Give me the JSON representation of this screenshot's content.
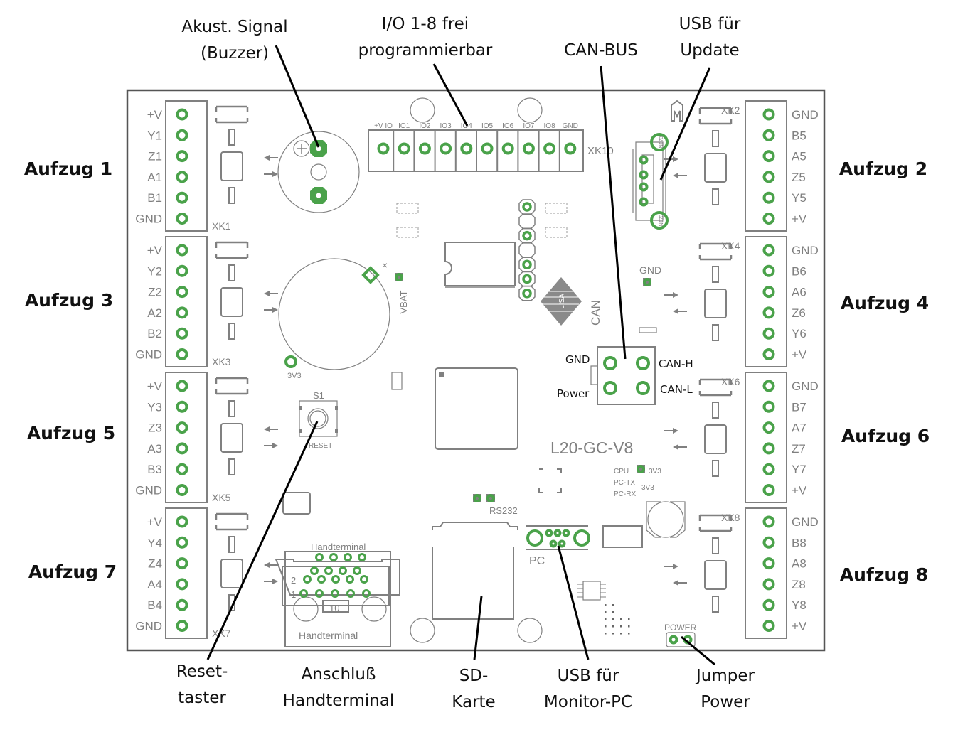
{
  "title": "L20-GC-V8 Steuerplatine – Anschlussübersicht",
  "colors": {
    "pad": "#4aa24a",
    "silkscreen": "#808080",
    "board_outline": "#555555",
    "leader": "#000000",
    "text": "#111111"
  },
  "board": {
    "name": "L20-GC-V8",
    "terminal_labels_left": {
      "XK1": [
        "+V",
        "Y1",
        "Z1",
        "A1",
        "B1",
        "GND"
      ],
      "XK3": [
        "+V",
        "Y2",
        "Z2",
        "A2",
        "B2",
        "GND"
      ],
      "XK5": [
        "+V",
        "Y3",
        "Z3",
        "A3",
        "B3",
        "GND"
      ],
      "XK7": [
        "+V",
        "Y4",
        "Z4",
        "A4",
        "B4",
        "GND"
      ]
    },
    "terminal_labels_right": {
      "XK2": [
        "GND",
        "B5",
        "A5",
        "Z5",
        "Y5",
        "+V"
      ],
      "XK4": [
        "GND",
        "B6",
        "A6",
        "Z6",
        "Y6",
        "+V"
      ],
      "XK6": [
        "GND",
        "B7",
        "A7",
        "Z7",
        "Y7",
        "+V"
      ],
      "XK8": [
        "GND",
        "B8",
        "A8",
        "Z8",
        "Y8",
        "+V"
      ]
    },
    "connector_ids": {
      "xk1": "XK1",
      "xk2": "XK2",
      "xk3": "XK3",
      "xk4": "XK4",
      "xk5": "XK5",
      "xk6": "XK6",
      "xk7": "XK7",
      "xk8": "XK8",
      "xk10": "XK10"
    },
    "io_header": [
      "+V IO",
      "IO1",
      "IO2",
      "IO3",
      "IO4",
      "IO5",
      "IO6",
      "IO7",
      "IO8",
      "GND"
    ],
    "can_connector": {
      "gnd": "GND",
      "power": "Power",
      "can_h": "CAN-H",
      "can_l": "CAN-L"
    },
    "silk_labels": {
      "s1": "S1",
      "reset": "RESET",
      "vbat": "VBAT",
      "v3v3": "3V3",
      "gnd_tp": "GND",
      "can": "CAN",
      "cpu": "CPU",
      "pc_tx": "PC-TX",
      "pc_rx": "PC-RX",
      "v3v3_a": "3V3",
      "v3v3_b": "3V3",
      "rs232": "RS232",
      "pc": "PC",
      "handterminal_top": "Handterminal",
      "handterminal_bottom": "Handterminal",
      "ht_pin2": "2",
      "ht_pin1": "1",
      "ht_pin10": "10",
      "power_jumper": "POWER",
      "nst_top": "N$73",
      "nst_bottom": "N$73",
      "logo": "LISA"
    }
  },
  "side_labels": {
    "left": [
      "Aufzug 1",
      "Aufzug 3",
      "Aufzug 5",
      "Aufzug 7"
    ],
    "right": [
      "Aufzug 2",
      "Aufzug 4",
      "Aufzug 6",
      "Aufzug 8"
    ]
  },
  "callouts": {
    "buzzer": [
      "Akust. Signal",
      "(Buzzer)"
    ],
    "io": [
      "I/O 1-8 frei",
      "programmierbar"
    ],
    "canbus": [
      "CAN-BUS"
    ],
    "usb_update": [
      "USB für",
      "Update"
    ],
    "reset": [
      "Reset-",
      "taster"
    ],
    "handterminal": [
      "Anschluß",
      "Handterminal"
    ],
    "sd": [
      "SD-",
      "Karte"
    ],
    "usb_monitor": [
      "USB für",
      "Monitor-PC"
    ],
    "jumper": [
      "Jumper",
      "Power"
    ]
  }
}
